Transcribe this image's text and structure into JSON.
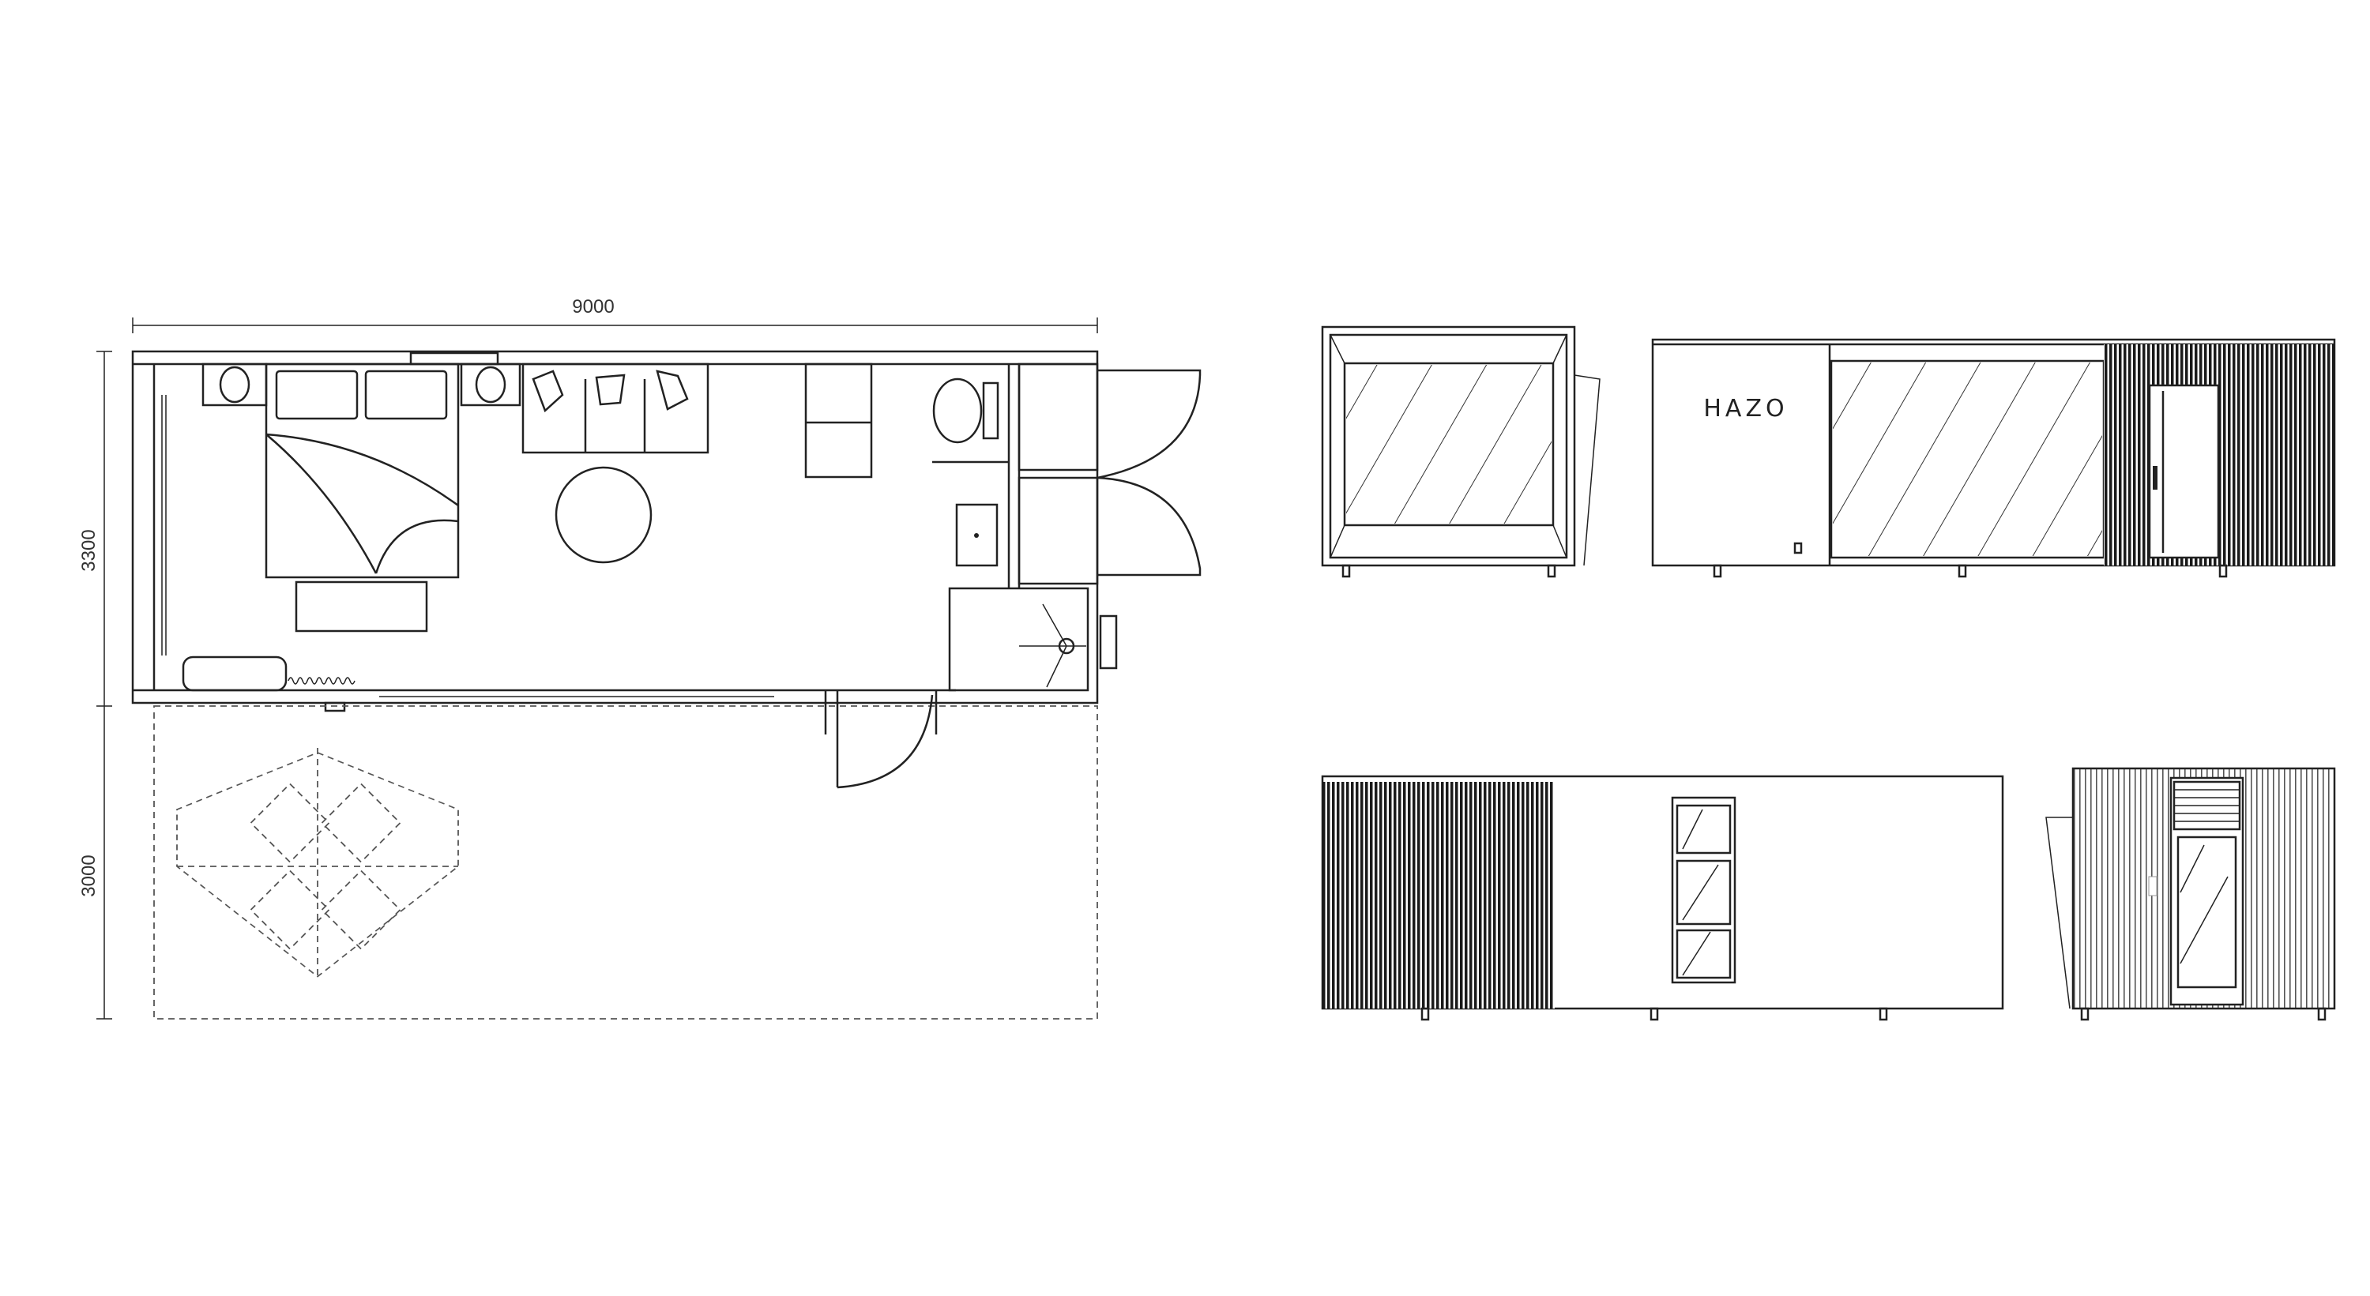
{
  "floor_plan": {
    "width_dimension": "9000",
    "depth_dimension": "3300",
    "deck_dimension": "3000"
  },
  "front_elevation": {
    "brand_label": "HAZO"
  },
  "colors": {
    "line": "#222222",
    "background": "#ffffff"
  }
}
